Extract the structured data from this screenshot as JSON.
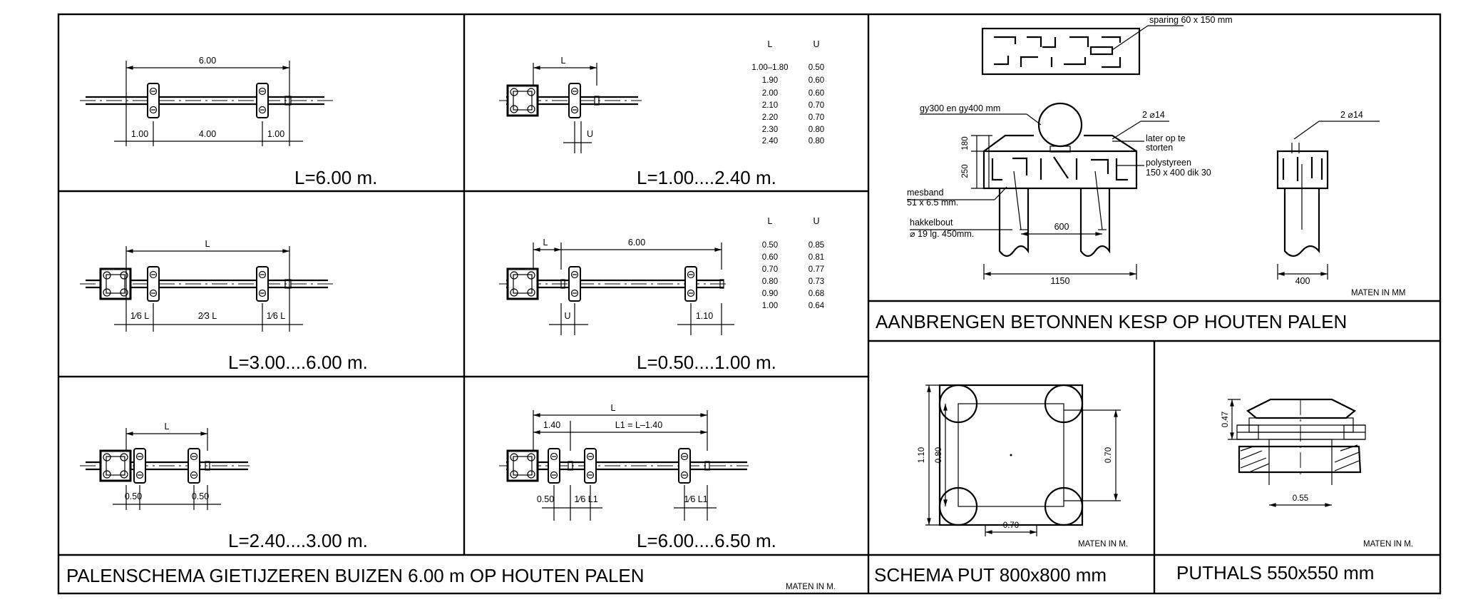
{
  "schemes": {
    "s1": {
      "title": "L=6.00  m.",
      "top": "6.00",
      "d1": "1.00",
      "d2": "4.00",
      "d3": "1.00"
    },
    "s2": {
      "title": "L=3.00....6.00  m.",
      "top": "L",
      "d1": "1⁄6 L",
      "d2": "2⁄3 L",
      "d3": "1⁄6 L"
    },
    "s3": {
      "title": "L=2.40....3.00  m.",
      "top": "L",
      "d1": "0.50",
      "d2": "0.50"
    },
    "s4": {
      "title": "L=1.00....2.40  m.",
      "top": "L",
      "u": "U",
      "table_header": [
        "L",
        "U"
      ],
      "table_rows": [
        [
          "1.00–1.80",
          "0.50"
        ],
        [
          "1.90",
          "0.60"
        ],
        [
          "2.00",
          "0.60"
        ],
        [
          "2.10",
          "0.70"
        ],
        [
          "2.20",
          "0.70"
        ],
        [
          "2.30",
          "0.80"
        ],
        [
          "2.40",
          "0.80"
        ]
      ]
    },
    "s5": {
      "title": "L=0.50....1.00  m.",
      "l": "L",
      "top": "6.00",
      "u": "U",
      "d": "1.10",
      "table_header": [
        "L",
        "U"
      ],
      "table_rows": [
        [
          "0.50",
          "0.85"
        ],
        [
          "0.60",
          "0.81"
        ],
        [
          "0.70",
          "0.77"
        ],
        [
          "0.80",
          "0.73"
        ],
        [
          "0.90",
          "0.68"
        ],
        [
          "1.00",
          "0.64"
        ]
      ]
    },
    "s6": {
      "title": "L=6.00....6.50  m.",
      "top": "L",
      "d1": "1.40",
      "d2": "L1 = L–1.40",
      "d3": "0.50",
      "d4": "1⁄6  L1",
      "d5": "1⁄6  L1"
    }
  },
  "footer_left": {
    "title": "PALENSCHEMA  GIETIJZEREN  BUIZEN  6.00 m  OP  HOUTEN  PALEN",
    "units": "MATEN  IN  M."
  },
  "kesp": {
    "sparing": "sparing  60 x 150  mm",
    "gy": "gy300  en  gy400  mm",
    "diam_left": "2 ⌀14",
    "diam_right": "2 ⌀14",
    "later1": "later  op  te",
    "later2": "storten",
    "poly1": "polystyreen",
    "poly2": "150 x 400  dik  30",
    "h180": "180",
    "h250": "250",
    "mesband1": "mesband",
    "mesband2": "51 x 6.5  mm.",
    "hakkel1": "hakkelbout",
    "hakkel2": "⌀  19  lg. 450mm.",
    "w600": "600",
    "w1150": "1150",
    "w400": "400",
    "units": "MATEN  IN  MM",
    "title": "AANBRENGEN   BETONNEN   KESP  OP  HOUTEN   PALEN"
  },
  "put": {
    "d110": "1.10",
    "d080": "0.80",
    "d070r": "0.70",
    "d070b": "0.70",
    "units": "MATEN  IN  M.",
    "title": "SCHEMA  PUT  800x800  mm"
  },
  "puthals": {
    "d047": "0.47",
    "d055": "0.55",
    "units": "MATEN  IN  M.",
    "title": "PUTHALS  550x550  mm"
  }
}
